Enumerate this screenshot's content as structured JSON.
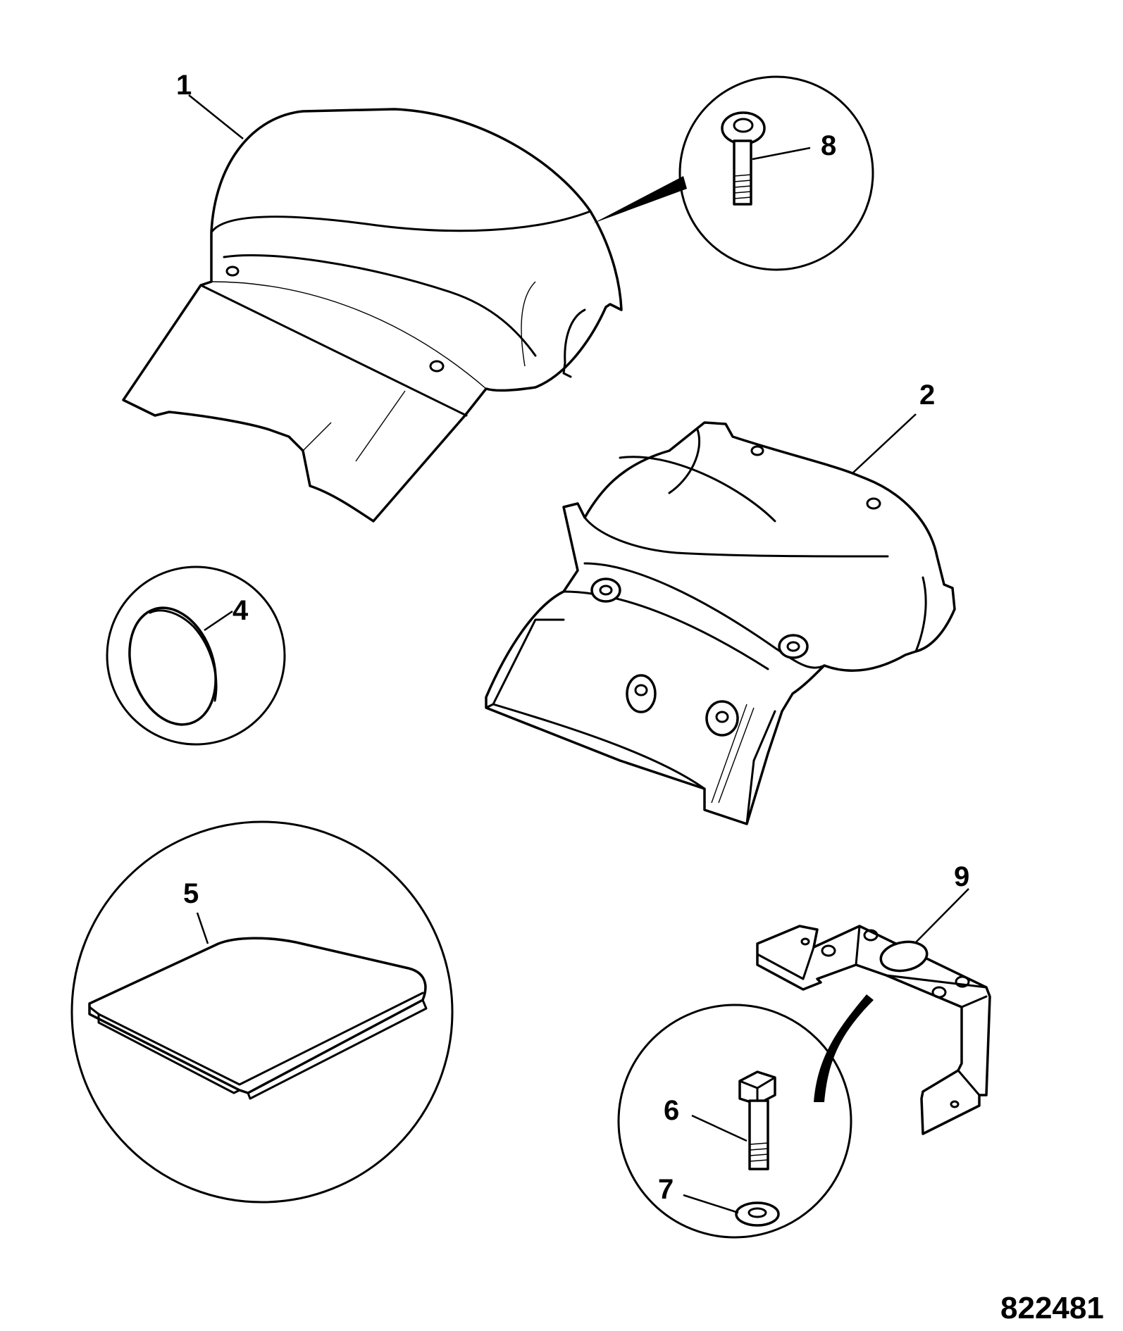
{
  "figure_number": "822481",
  "callouts": {
    "c1": "1",
    "c2": "2",
    "c4": "4",
    "c5": "5",
    "c6": "6",
    "c7": "7",
    "c8": "8",
    "c9": "9"
  },
  "colors": {
    "ink": "#000000",
    "paper": "#ffffff"
  }
}
